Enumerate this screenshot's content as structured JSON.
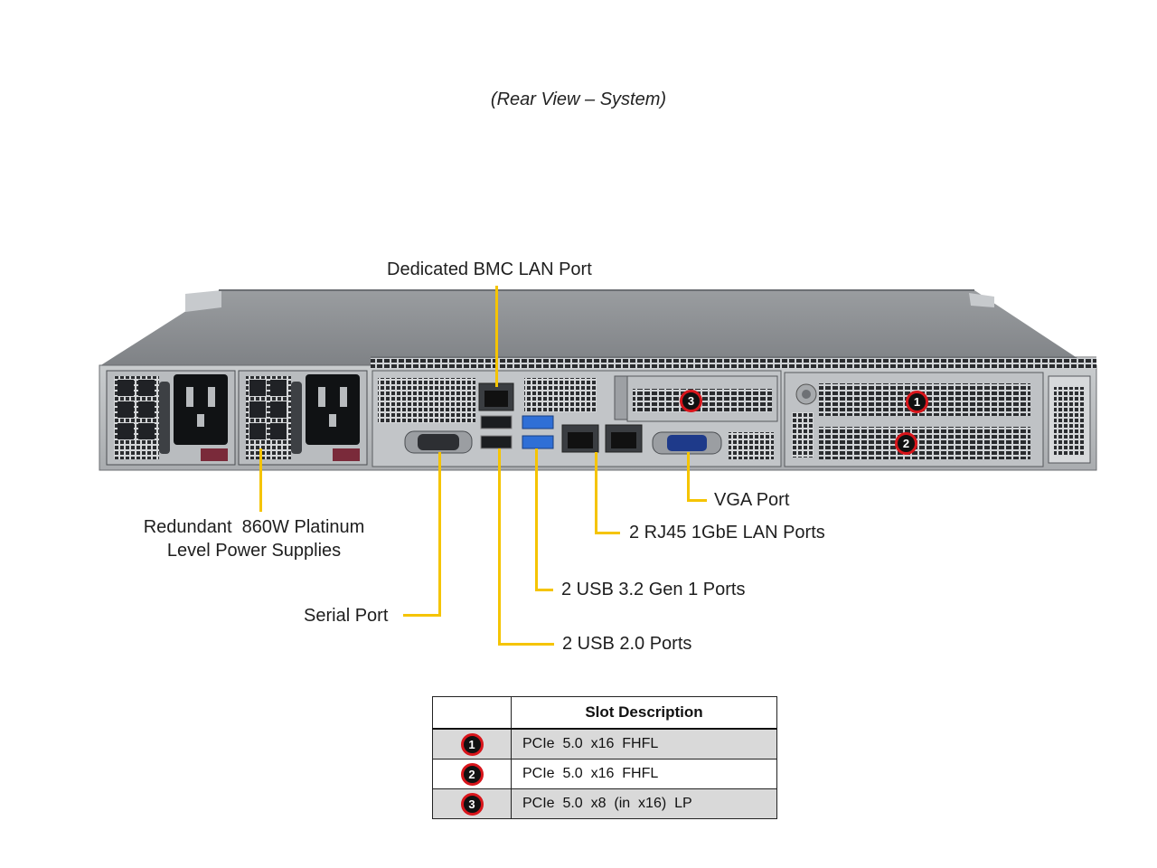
{
  "view_title": "(Rear View – System)",
  "callouts": {
    "bmc_lan": "Dedicated BMC LAN Port",
    "vga": "VGA Port",
    "rj45": "2 RJ45 1GbE LAN Ports",
    "psu_line1": "Redundant  860W Platinum",
    "psu_line2": "Level Power Supplies",
    "usb3": "2 USB 3.2 Gen 1 Ports",
    "serial": "Serial Port",
    "usb2": "2 USB 2.0 Ports"
  },
  "slot_markers": [
    "1",
    "2",
    "3"
  ],
  "colors": {
    "leader_line": "#f5c400",
    "badge_ring": "#d8151b",
    "badge_fill": "#111111",
    "usb3_blue": "#2f6fd6",
    "chassis_gray": "#8a8d90"
  },
  "slot_table": {
    "header": "Slot Description",
    "rows": [
      {
        "num": "1",
        "desc": "PCIe  5.0  x16  FHFL"
      },
      {
        "num": "2",
        "desc": "PCIe  5.0  x16  FHFL"
      },
      {
        "num": "3",
        "desc": "PCIe  5.0  x8  (in  x16)  LP"
      }
    ]
  }
}
